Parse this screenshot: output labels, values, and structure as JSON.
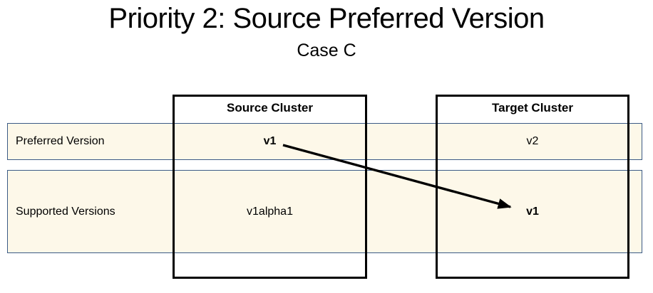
{
  "title": "Priority 2: Source Preferred Version",
  "subtitle": "Case C",
  "colors": {
    "band_fill": "#fdf8e9",
    "band_border": "#3b5a86",
    "box_border": "#000000",
    "arrow": "#000000",
    "text": "#000000"
  },
  "table": {
    "columns": [
      {
        "header": "Source Cluster"
      },
      {
        "header": "Target Cluster"
      }
    ],
    "rows": [
      {
        "label": "Preferred Version",
        "source": "v1",
        "target": "v2"
      },
      {
        "label": "Supported Versions",
        "source": "v1alpha1",
        "target": "v1"
      }
    ]
  },
  "arrow": {
    "from": "source-cluster preferred version v1",
    "to": "target-cluster supported version v1"
  }
}
